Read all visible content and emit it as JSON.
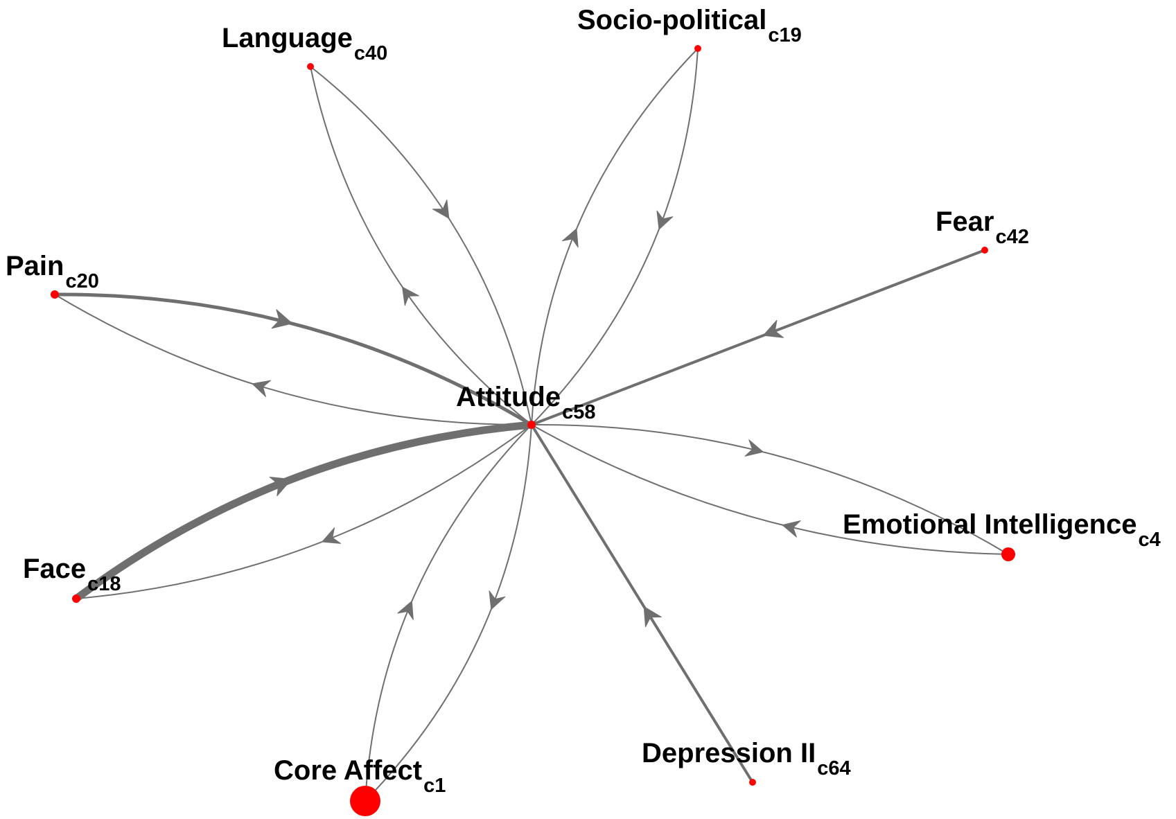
{
  "nodes": [
    {
      "id": "c58",
      "name": "Attitude",
      "code": "c58"
    },
    {
      "id": "c40",
      "name": "Language",
      "code": "c40"
    },
    {
      "id": "c19",
      "name": "Socio-political",
      "code": "c19"
    },
    {
      "id": "c42",
      "name": "Fear",
      "code": "c42"
    },
    {
      "id": "c20",
      "name": "Pain",
      "code": "c20"
    },
    {
      "id": "c4",
      "name": "Emotional Intelligence",
      "code": "c4"
    },
    {
      "id": "c18",
      "name": "Face",
      "code": "c18"
    },
    {
      "id": "c1",
      "name": "Core Affect",
      "code": "c1"
    },
    {
      "id": "c64",
      "name": "Depression II",
      "code": "c64"
    }
  ],
  "edges": [
    {
      "from": "c40",
      "to": "c58"
    },
    {
      "from": "c58",
      "to": "c40"
    },
    {
      "from": "c19",
      "to": "c58"
    },
    {
      "from": "c58",
      "to": "c19"
    },
    {
      "from": "c42",
      "to": "c58"
    },
    {
      "from": "c20",
      "to": "c58"
    },
    {
      "from": "c58",
      "to": "c20"
    },
    {
      "from": "c4",
      "to": "c58"
    },
    {
      "from": "c58",
      "to": "c4"
    },
    {
      "from": "c18",
      "to": "c58"
    },
    {
      "from": "c58",
      "to": "c18"
    },
    {
      "from": "c58",
      "to": "c1"
    },
    {
      "from": "c1",
      "to": "c58"
    },
    {
      "from": "c64",
      "to": "c58"
    }
  ],
  "colors": {
    "node": "#ff0000",
    "edge": "#6f6f6f",
    "label": "#000000"
  }
}
